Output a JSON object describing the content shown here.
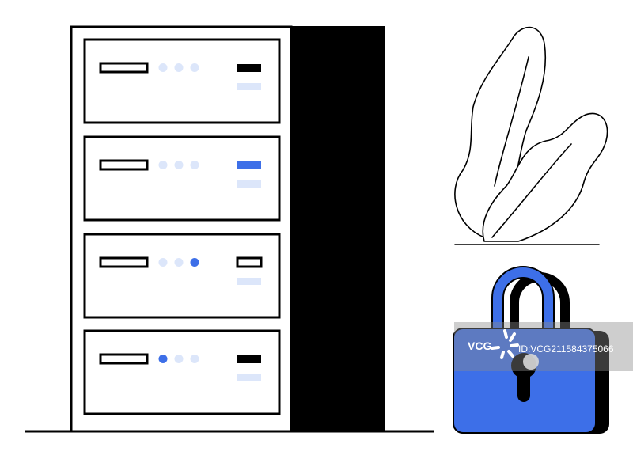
{
  "colors": {
    "accent": "#3D6FE8",
    "dot_light": "#DCE6FA",
    "ink": "#000000",
    "paper": "#FFFFFF"
  },
  "server_rack": {
    "units": [
      {
        "active_dot": null,
        "indicator_1": "solid-black",
        "indicator_2": "light-blue"
      },
      {
        "active_dot": null,
        "indicator_1": "solid-blue",
        "indicator_2": "light-blue"
      },
      {
        "active_dot": 3,
        "indicator_1": "outlined",
        "indicator_2": "light-blue"
      },
      {
        "active_dot": 1,
        "indicator_1": "solid-black",
        "indicator_2": "light-blue"
      }
    ]
  },
  "icons": {
    "lock": "padlock-icon",
    "plant": "plant-icon"
  },
  "watermark": {
    "logo_text": "VCG",
    "id_text": "ID:VCG211584375066"
  }
}
